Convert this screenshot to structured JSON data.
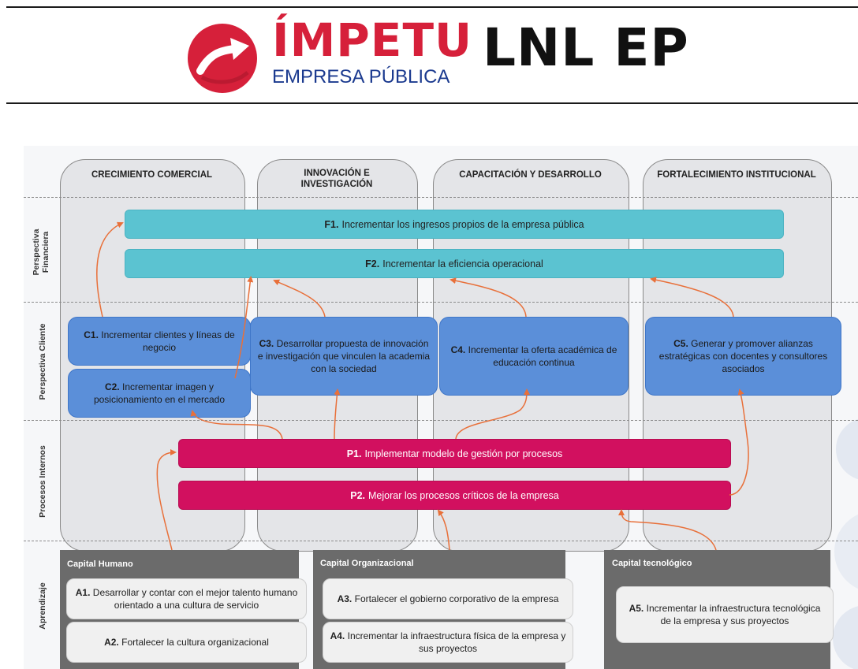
{
  "header": {
    "brand_main_1": "ÍMPE",
    "brand_main_2": "TU",
    "brand_sub": "EMPRESA PÚBLICA",
    "brand_right": "LNL EP"
  },
  "columns": [
    {
      "title": "CRECIMIENTO COMERCIAL"
    },
    {
      "title": "INNOVACIÓN E INVESTIGACIÓN"
    },
    {
      "title": "CAPACITACIÓN Y DESARROLLO"
    },
    {
      "title": "FORTALECIMIENTO INSTITUCIONAL"
    }
  ],
  "rows": [
    {
      "label_1": "Perspectiva",
      "label_2": "Financiera"
    },
    {
      "label_1": "Perspectiva Cliente",
      "label_2": ""
    },
    {
      "label_1": "Procesos Internos",
      "label_2": ""
    },
    {
      "label_1": "Aprendizaje",
      "label_2": ""
    }
  ],
  "financial": [
    {
      "code": "F1.",
      "text": "Incrementar los ingresos propios de la empresa pública"
    },
    {
      "code": "F2.",
      "text": "Incrementar la eficiencia operacional"
    }
  ],
  "client": [
    {
      "code": "C1.",
      "text": "Incrementar clientes y líneas de negocio"
    },
    {
      "code": "C2.",
      "text": "Incrementar imagen y posicionamiento en el mercado"
    },
    {
      "code": "C3.",
      "text": "Desarrollar propuesta de innovación e investigación que vinculen la academia con la sociedad"
    },
    {
      "code": "C4.",
      "text": "Incrementar la oferta académica de educación continua"
    },
    {
      "code": "C5.",
      "text": "Generar y promover alianzas estratégicas con docentes y consultores asociados"
    }
  ],
  "process": [
    {
      "code": "P1.",
      "text": "Implementar modelo de gestión por procesos"
    },
    {
      "code": "P2.",
      "text": "Mejorar los procesos críticos de la empresa"
    }
  ],
  "learning": {
    "panels": [
      {
        "title": "Capital Humano"
      },
      {
        "title": "Capital Organizacional"
      },
      {
        "title": "Capital tecnológico"
      }
    ],
    "items": [
      {
        "code": "A1.",
        "text": "Desarrollar y contar con el mejor talento humano orientado a una cultura de servicio"
      },
      {
        "code": "A2.",
        "text": "Fortalecer la cultura organizacional"
      },
      {
        "code": "A3.",
        "text": "Fortalecer el gobierno corporativo de la empresa"
      },
      {
        "code": "A4.",
        "text": "Incrementar la infraestructura física de la empresa y sus proyectos"
      },
      {
        "code": "A5.",
        "text": "Incrementar la infraestructura tecnológica de la empresa y sus proyectos"
      }
    ]
  },
  "colors": {
    "brand_red": "#d6203a",
    "brand_blue": "#1b3a8f",
    "financial": "#5bc3d1",
    "client": "#5b8fd9",
    "process": "#d2105f",
    "learning_panel": "#6b6b6b",
    "arrow": "#e8703a"
  }
}
